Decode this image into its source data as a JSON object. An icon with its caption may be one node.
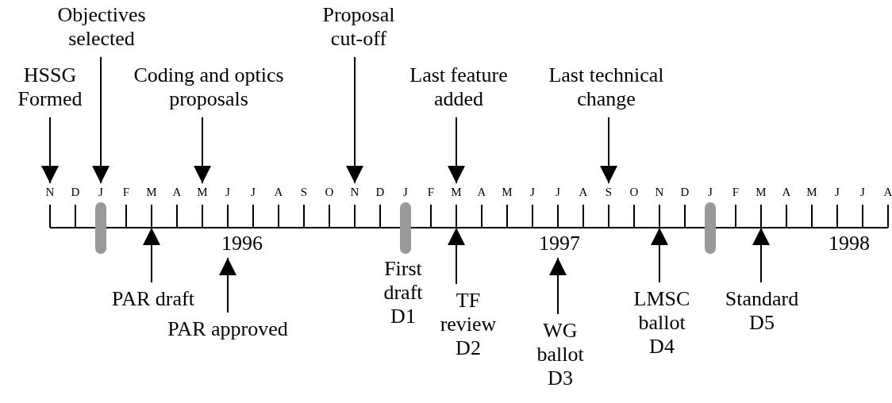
{
  "diagram": {
    "nodes": [
      {
        "text": [
          "HSSG Formed"
        ]
      },
      {
        "text": [
          "Objectives selected"
        ]
      },
      {
        "text": [
          "Coding and optics proposals"
        ]
      },
      {
        "text": [
          "Proposal cut-off"
        ]
      },
      {
        "text": [
          "Last feature added"
        ]
      },
      {
        "text": [
          "Last technical change"
        ]
      },
      {
        "text": [
          "PAR draft"
        ]
      },
      {
        "text": [
          "PAR approved"
        ]
      },
      {
        "text": [
          "First draft D1"
        ]
      },
      {
        "text": [
          "TF review D2"
        ]
      },
      {
        "text": [
          "WG ballot D3"
        ]
      },
      {
        "text": [
          "LMSC ballot D4"
        ]
      },
      {
        "text": [
          "Standard D5"
        ]
      },
      {
        "text": [
          "N"
        ]
      },
      {
        "text": [
          "D"
        ]
      },
      {
        "text": [
          "J"
        ]
      },
      {
        "text": [
          "F"
        ]
      },
      {
        "text": [
          "M"
        ]
      },
      {
        "text": [
          "A"
        ]
      },
      {
        "text": [
          "M"
        ]
      },
      {
        "text": [
          "J"
        ]
      },
      {
        "text": [
          "J"
        ]
      },
      {
        "text": [
          "A"
        ]
      },
      {
        "text": [
          "S"
        ]
      },
      {
        "text": [
          "O"
        ]
      },
      {
        "text": [
          "N"
        ]
      },
      {
        "text": [
          "D"
        ]
      },
      {
        "text": [
          "J"
        ]
      },
      {
        "text": [
          "F"
        ]
      },
      {
        "text": [
          "M"
        ]
      },
      {
        "text": [
          "A"
        ]
      },
      {
        "text": [
          "M"
        ]
      },
      {
        "text": [
          "J"
        ]
      },
      {
        "text": [
          "J"
        ]
      },
      {
        "text": [
          "A"
        ]
      },
      {
        "text": [
          "S"
        ]
      },
      {
        "text": [
          "O"
        ]
      },
      {
        "text": [
          "N"
        ]
      },
      {
        "text": [
          "D"
        ]
      },
      {
        "text": [
          "J"
        ]
      },
      {
        "text": [
          "F"
        ]
      },
      {
        "text": [
          "M"
        ]
      },
      {
        "text": [
          "A"
        ]
      },
      {
        "text": [
          "M"
        ]
      },
      {
        "text": [
          "J"
        ]
      },
      {
        "text": [
          "J"
        ]
      },
      {
        "text": [
          "A"
        ]
      },
      {
        "text": [
          "1996"
        ]
      },
      {
        "text": [
          "1997"
        ]
      },
      {
        "text": [
          "1998"
        ]
      }
    ],
    "edges": [
      {
        "from": 0,
        "to": 13,
        "arrow": "to"
      },
      {
        "from": 1,
        "to": 15,
        "arrow": "to"
      },
      {
        "from": 2,
        "to": 19,
        "arrow": "to"
      },
      {
        "from": 3,
        "to": 25,
        "arrow": "to"
      },
      {
        "from": 4,
        "to": 29,
        "arrow": "to"
      },
      {
        "from": 5,
        "to": 35,
        "arrow": "to"
      },
      {
        "from": 6,
        "to": 17,
        "arrow": "to"
      },
      {
        "from": 7,
        "to": 47,
        "arrow": "to"
      },
      {
        "from": 9,
        "to": 29,
        "arrow": "to"
      },
      {
        "from": 10,
        "to": 48,
        "arrow": "to"
      },
      {
        "from": 11,
        "to": 37,
        "arrow": "to"
      },
      {
        "from": 12,
        "to": 41,
        "arrow": "to"
      }
    ]
  }
}
